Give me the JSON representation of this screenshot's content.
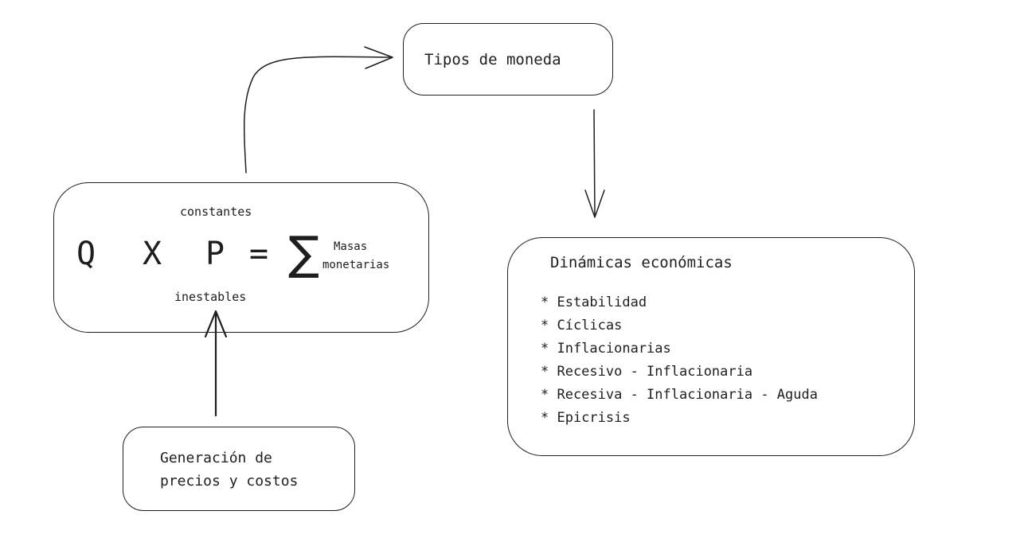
{
  "nodes": {
    "tipos_moneda": {
      "label": "Tipos de moneda"
    },
    "formula": {
      "top_note": "constantes",
      "bottom_note": "inestables",
      "q": "Q",
      "x": "X",
      "p": "P",
      "equals": "=",
      "sigma": "∑",
      "sigma_label_line1": "Masas",
      "sigma_label_line2": "monetarias"
    },
    "generacion": {
      "line1": "Generación de",
      "line2": "precios y costos"
    },
    "dinamicas": {
      "title": "Dinámicas económicas",
      "items": [
        "* Estabilidad",
        "* Cíclicas",
        "* Inflacionarias",
        "* Recesivo - Inflacionaria",
        "* Recesiva - Inflacionaria - Aguda",
        "* Epicrisis"
      ]
    }
  },
  "edges": [
    {
      "from": "formula",
      "to": "tipos_moneda"
    },
    {
      "from": "tipos_moneda",
      "to": "dinamicas"
    },
    {
      "from": "generacion",
      "to": "formula"
    }
  ]
}
